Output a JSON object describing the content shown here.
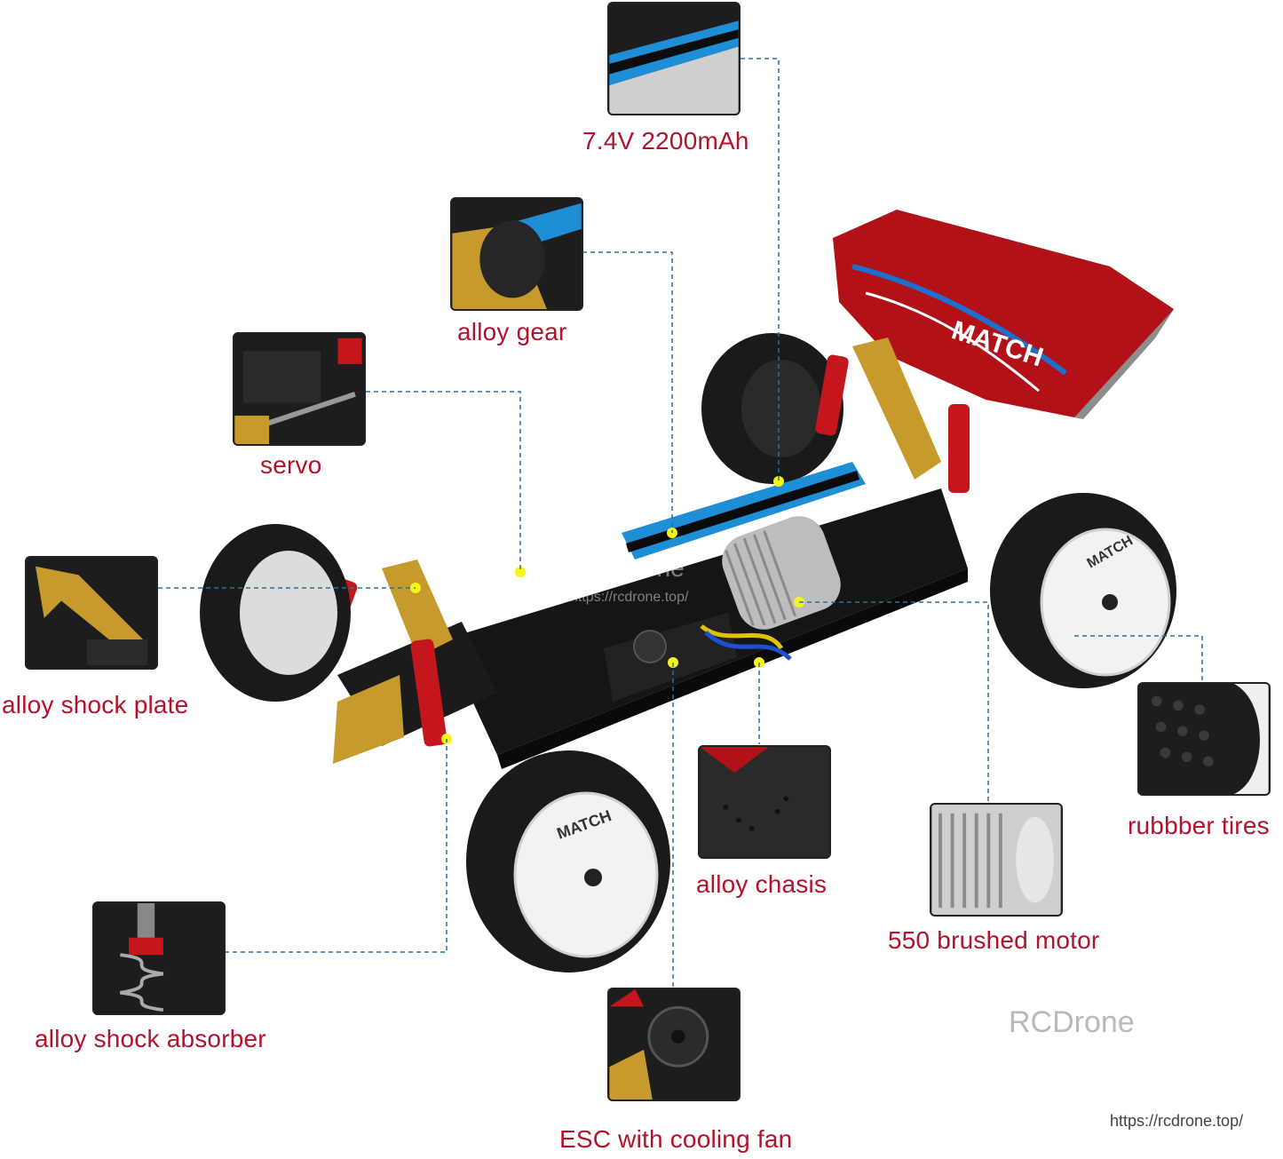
{
  "callouts": [
    {
      "id": "battery",
      "label": "7.4V 2200mAh"
    },
    {
      "id": "gear",
      "label": "alloy gear"
    },
    {
      "id": "servo",
      "label": "servo"
    },
    {
      "id": "shock-plate",
      "label": "alloy shock plate"
    },
    {
      "id": "tires",
      "label": "rubbber tires"
    },
    {
      "id": "chassis",
      "label": "alloy chasis"
    },
    {
      "id": "motor",
      "label": "550 brushed motor"
    },
    {
      "id": "shock-absorber",
      "label": "alloy shock absorber"
    },
    {
      "id": "esc",
      "label": "ESC with cooling fan"
    }
  ],
  "watermark": {
    "brand": "RCDrone",
    "url": "https://rcdrone.top/",
    "center_brand": "RCDrone",
    "center_url": "https://rcdrone.top/"
  },
  "decals": {
    "wheel_text": "MATCH",
    "wing_text": "MATCH"
  },
  "colors": {
    "label": "#b3122a",
    "leader": "#2f6f9a",
    "chassis": "#151515",
    "battery_blue": "#1e8fd6",
    "gold": "#c79a2e",
    "red": "#c4161c"
  }
}
